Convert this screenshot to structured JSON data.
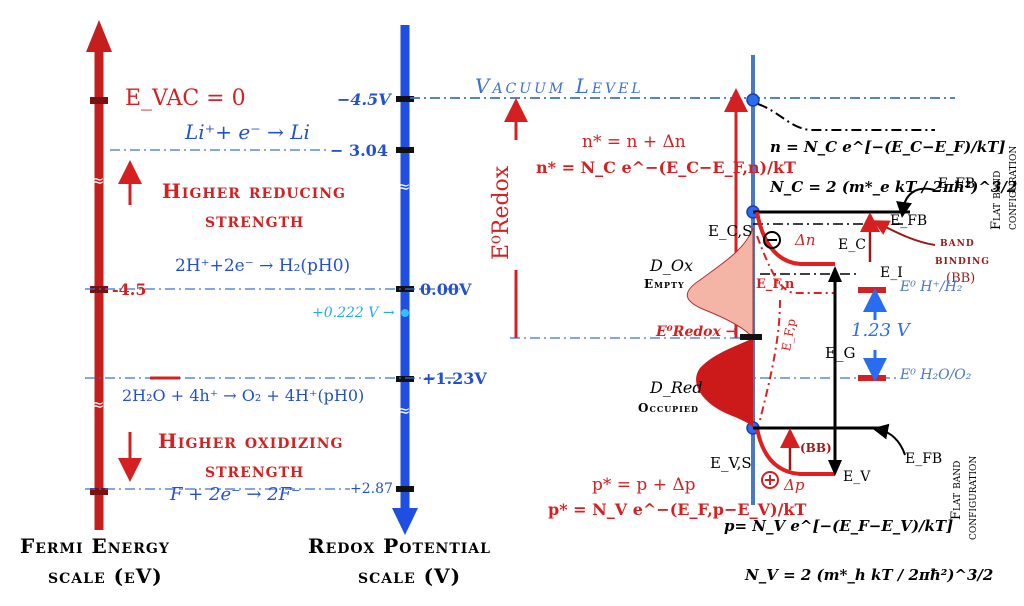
{
  "fermi_scale": {
    "e_vac": "E_VAC = 0",
    "minus_4_5": "-4.5",
    "higher_reducing": "Higher reducing",
    "strength": "strength",
    "higher_oxidizing": "Higher oxidizing",
    "title_line1": "Fermi Energy",
    "title_line2": "scale (eV)"
  },
  "redox_scale": {
    "minus_4_5V": "−4.5V",
    "minus_3_04": "− 3.04",
    "zero": "0.00V",
    "she_offset": "+0.222 V →",
    "plus_1_23": "+1.23V",
    "plus_2_87": "+2.87",
    "title_line1": "Redox Potential",
    "title_line2": "scale (V)"
  },
  "reactions": {
    "li": "Li⁺+ e⁻ → Li",
    "h2": "2H⁺+2e⁻ → H₂(pH0)",
    "o2": "2H₂O + 4h⁺ → O₂ + 4H⁺(pH0)",
    "f": "F + 2e⁻ → 2F⁻"
  },
  "vacuum_level": "Vacuum Level",
  "e_redox_label": "E⁰Redox",
  "semiconductor": {
    "n_star": "n* = n + Δn",
    "n_star_full": "n* = N_C e^−(E_C−E_F,n)/kT",
    "n_eq": "n = N_C e^[−(E_C−E_F)/kT]",
    "nc_eq": "N_C = 2 (m*_e kT / 2πħ²)^3/2",
    "p_star": "p* = p + Δp",
    "p_star_full": "p* = N_V e^−(E_F,p−E_V)/kT",
    "p_eq": "p= N_V e^[−(E_F−E_V)/kT]",
    "nv_eq": "N_V = 2 (m*_h kT / 2πħ²)^3/2",
    "ecs": "E_C,S",
    "evs": "E_V,S",
    "ec": "E_C",
    "ev": "E_V",
    "ei": "E_I",
    "eg": "E_G",
    "efb_top": "E_FB",
    "efb_top2": "E_FB",
    "efb_bottom": "E_FB",
    "efn": "E_F,n",
    "efp": "E_F,p",
    "delta_n": "Δn",
    "delta_p": "Δp",
    "bb": "(BB)",
    "band_binding_1": "band",
    "band_binding_2": "binding",
    "band_binding_3": "(BB)",
    "flat_band_top_1": "Flat band",
    "flat_band_top_2": "configuration",
    "flat_band_bottom_1": "Flat band",
    "flat_band_bottom_2": "configuration",
    "dox": "D_Ox",
    "empty": "Empty",
    "dred": "D_Red",
    "occupied": "Occupied",
    "e_redox_arrow": "E⁰Redox →",
    "gap_123": "1.23 V",
    "e_h2": "E⁰ H⁺/H₂",
    "e_o2": "E⁰ H₂O/O₂"
  }
}
